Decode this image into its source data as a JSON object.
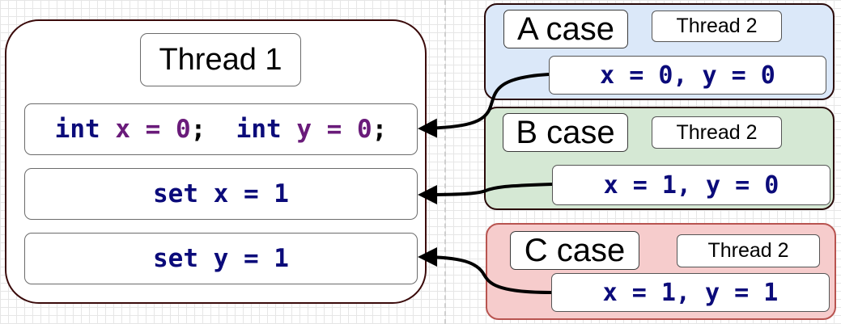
{
  "diagram": {
    "thread1": {
      "title": "Thread 1",
      "rows": [
        {
          "tokens": [
            {
              "t": "int",
              "c": "kw"
            },
            {
              "t": " x",
              "c": "var"
            },
            {
              "t": " =",
              "c": "op"
            },
            {
              "t": " 0",
              "c": "var"
            },
            {
              "t": ";",
              "c": "punct"
            },
            {
              "t": "  ",
              "c": "sp"
            },
            {
              "t": "int",
              "c": "kw"
            },
            {
              "t": " y",
              "c": "var"
            },
            {
              "t": " =",
              "c": "op"
            },
            {
              "t": " 0",
              "c": "var"
            },
            {
              "t": ";",
              "c": "punct"
            }
          ]
        },
        {
          "text": "set x = 1"
        },
        {
          "text": "set y = 1"
        }
      ]
    },
    "cases": [
      {
        "title": "A case",
        "thread_label": "Thread 2",
        "result": "x = 0, y = 0",
        "color": "#dbe8f9"
      },
      {
        "title": "B case",
        "thread_label": "Thread 2",
        "result": "x = 1, y = 0",
        "color": "#d5e8d4"
      },
      {
        "title": "C case",
        "thread_label": "Thread 2",
        "result": "x = 1, y = 1",
        "color": "#f6cccc"
      }
    ],
    "colors": {
      "keyword": "#0b0b7a",
      "variable": "#6a1b7a",
      "border_dark": "#3a0a0a"
    }
  }
}
